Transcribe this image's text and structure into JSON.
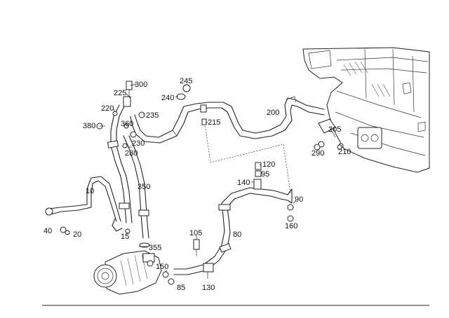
{
  "diagram": {
    "callouts": {
      "c10": "10",
      "c15": "15",
      "c20": "20",
      "c40": "40",
      "c80": "80",
      "c85": "85",
      "c90": "90",
      "c95": "95",
      "c105": "105",
      "c120": "120",
      "c130": "130",
      "c140": "140",
      "c150": "150",
      "c160": "160",
      "c200": "200",
      "c205": "205",
      "c210": "210",
      "c215": "215",
      "c220": "220",
      "c225": "225",
      "c230": "230",
      "c235": "235",
      "c240": "240",
      "c245": "245",
      "c280": "280",
      "c290": "290",
      "c300": "300",
      "c350": "350",
      "c355": "355",
      "c360": "360",
      "c380": "380"
    }
  }
}
